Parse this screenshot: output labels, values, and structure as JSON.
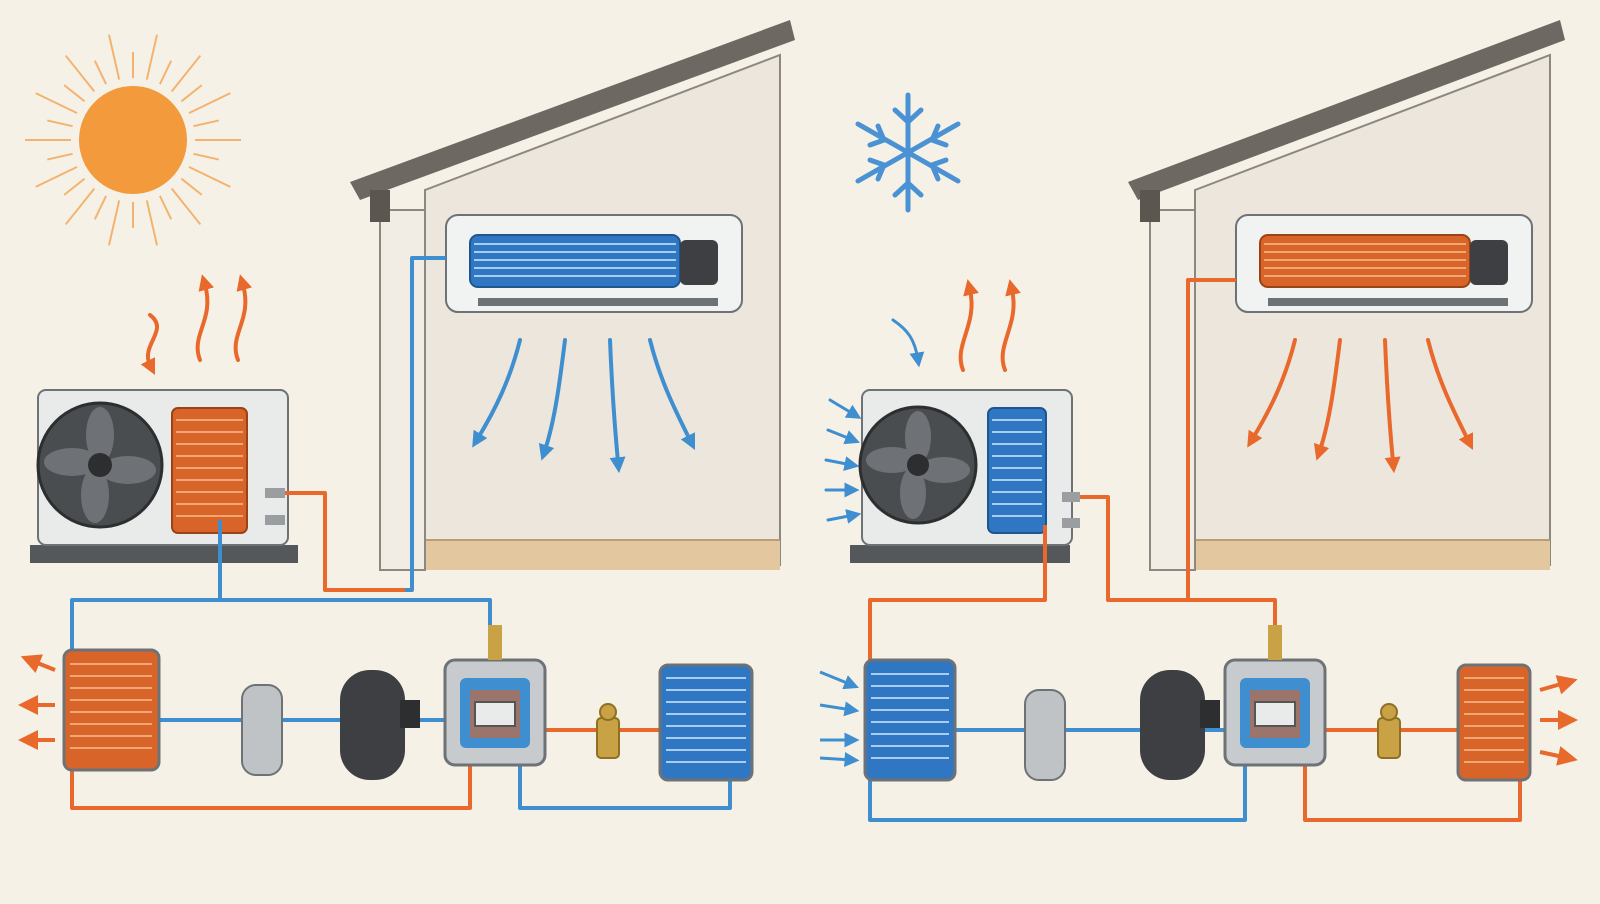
{
  "colors": {
    "background": "#f6f1e7",
    "hot": "#e8692b",
    "cold": "#3f8fd0",
    "coil_copper": "#d9642a",
    "coil_blue": "#2f77c2",
    "wall": "#ece6dd",
    "floor": "#e3c79f",
    "roof": "#6e6862",
    "unit_body": "#e9eaea",
    "compressor": "#3d3f42",
    "valve_brass": "#c9a245",
    "sun": "#f29a3c",
    "snowflake": "#4a92d3"
  },
  "panels": [
    {
      "mode": "cooling",
      "weather_icon": "sun-icon",
      "indoor_coil": "cold",
      "outdoor_coil": "hot",
      "indoor_airflow": "cold",
      "outdoor_airflow": "hot"
    },
    {
      "mode": "heating",
      "weather_icon": "snowflake-icon",
      "indoor_coil": "hot",
      "outdoor_coil": "cold",
      "indoor_airflow": "hot",
      "outdoor_airflow": "cold"
    }
  ]
}
